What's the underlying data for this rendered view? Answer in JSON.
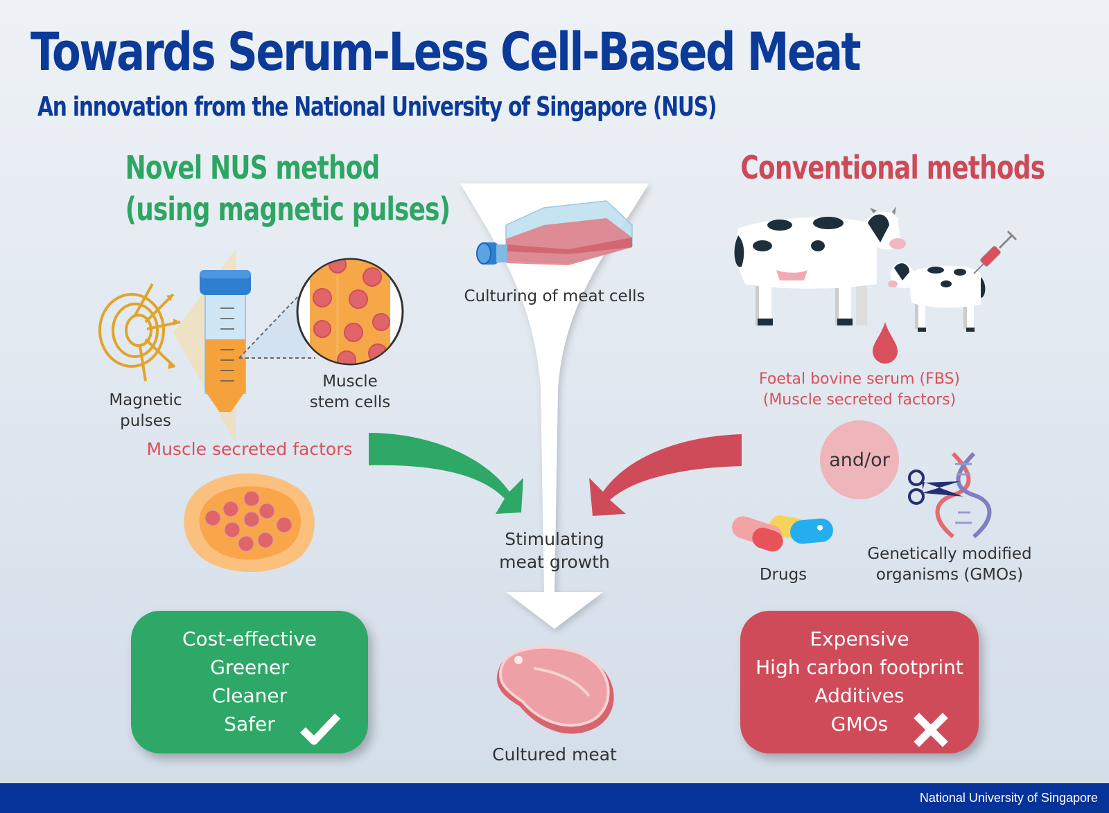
{
  "header": {
    "title": "Towards Serum-Less Cell-Based Meat",
    "subtitle": "An innovation from the National University of Singapore (NUS)"
  },
  "left": {
    "heading_line1": "Novel NUS method",
    "heading_line2": "(using magnetic pulses)",
    "magnetic_label_line1": "Magnetic",
    "magnetic_label_line2": "pulses",
    "stem_label_line1": "Muscle",
    "stem_label_line2": "stem cells",
    "secreted_label": "Muscle secreted factors",
    "benefits": [
      "Cost-effective",
      "Greener",
      "Cleaner",
      "Safer"
    ],
    "benefit_icon": "check-icon"
  },
  "center": {
    "culturing_label": "Culturing of meat cells",
    "stimulating_line1": "Stimulating",
    "stimulating_line2": "meat growth",
    "result_label": "Cultured meat"
  },
  "right": {
    "heading": "Conventional methods",
    "fbs_line1": "Foetal bovine serum (FBS)",
    "fbs_line2": "(Muscle secreted factors)",
    "andor": "and/or",
    "drugs_label": "Drugs",
    "gmo_line1": "Genetically modified",
    "gmo_line2": "organisms (GMOs)",
    "drawbacks": [
      "Expensive",
      "High carbon footprint",
      "Additives",
      "GMOs"
    ],
    "drawback_icon": "x-icon"
  },
  "colors": {
    "title_blue": "#0b3a99",
    "green": "#2ea866",
    "red": "#cf4b5a",
    "footer_blue": "#06339a"
  },
  "footer": {
    "text": "National University of Singapore"
  }
}
